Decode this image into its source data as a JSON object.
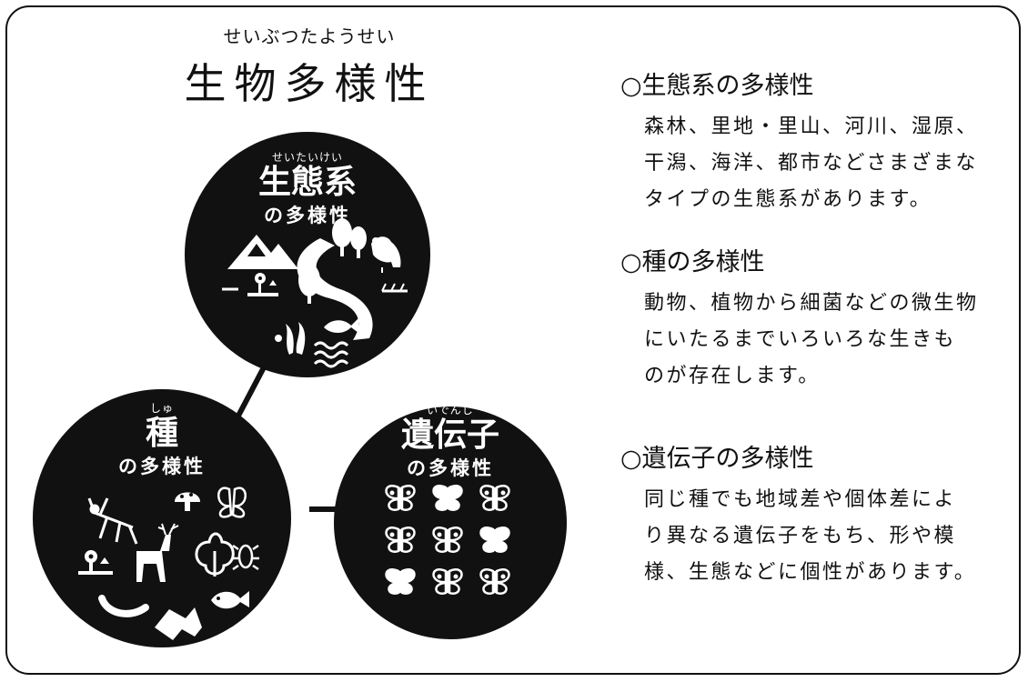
{
  "main_title": {
    "ruby": "せいぶつたようせい",
    "text": "生物多様性"
  },
  "circles": {
    "ecosystem": {
      "ruby": "せいたいけい",
      "title": "生態系",
      "subtitle": "の多様性"
    },
    "species": {
      "ruby": "しゅ",
      "title": "種",
      "subtitle": "の多様性"
    },
    "genetic": {
      "ruby": "いでんし",
      "title": "遺伝子",
      "subtitle": "の多様性"
    }
  },
  "sections": [
    {
      "heading": "○生態系の多様性",
      "lines": [
        "森林、里地・里山、河川、湿原、",
        "干潟、海洋、都市などさまざまな",
        "タイプの生態系があります。"
      ]
    },
    {
      "heading": "○種の多様性",
      "lines": [
        "動物、植物から細菌などの微生物",
        "にいたるまでいろいろな生きも",
        "のが存在します。"
      ]
    },
    {
      "heading": "○遺伝子の多様性",
      "lines": [
        "同じ種でも地域差や個体差によ",
        "り異なる遺伝子をもち、形や模",
        "様、生態などに個性があります。"
      ]
    }
  ],
  "icons": {
    "ecosystem": [
      "mountain-icon",
      "river-icon",
      "tree-icon",
      "bird-icon",
      "flower-icon",
      "grass-icon",
      "fish-icon",
      "waves-icon",
      "seaweed-icon"
    ],
    "species": [
      "mantis-icon",
      "mushroom-icon",
      "butterfly-icon",
      "flower-icon",
      "deer-icon",
      "tree-icon",
      "beetle-icon",
      "worm-icon",
      "fish-icon"
    ],
    "genetic": [
      "butterfly-icon"
    ]
  },
  "colors": {
    "circle": "#111111",
    "text": "#111111",
    "background": "#ffffff"
  }
}
